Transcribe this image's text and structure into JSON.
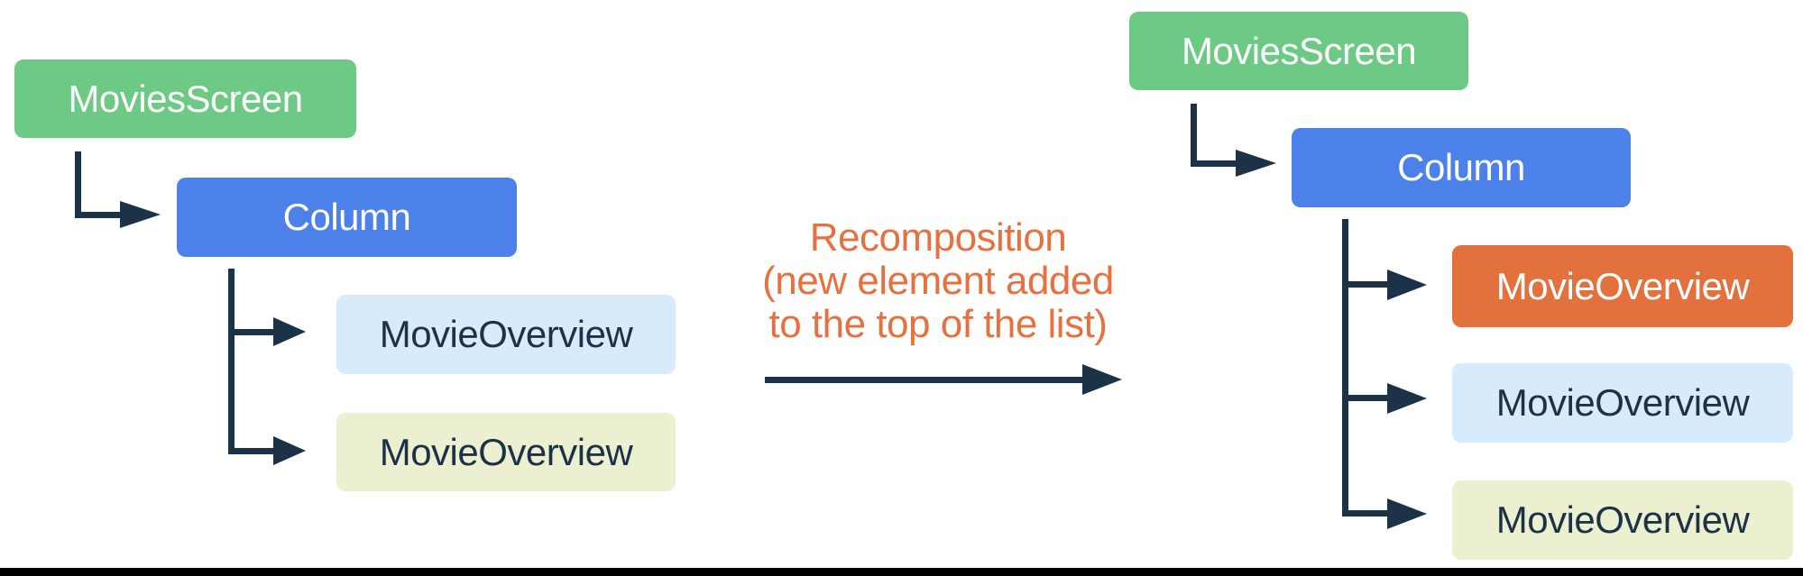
{
  "colors": {
    "background": "#FFFFFF",
    "green": "#6DCA84",
    "blue": "#4C81E9",
    "light_blue": "#D8EBFA",
    "light_yellow": "#ECF0D0",
    "orange": "#E2713D",
    "orange_text": "#E7703F",
    "navy": "#1C3347",
    "footer_bar": "#000000"
  },
  "left_tree": {
    "root_label": "MoviesScreen",
    "container_label": "Column",
    "children": [
      "MovieOverview",
      "MovieOverview"
    ]
  },
  "transition": {
    "caption_lines": [
      "Recomposition",
      "(new element added",
      "to the top of the list)"
    ]
  },
  "right_tree": {
    "root_label": "MoviesScreen",
    "container_label": "Column",
    "children": [
      "MovieOverview",
      "MovieOverview",
      "MovieOverview"
    ]
  }
}
